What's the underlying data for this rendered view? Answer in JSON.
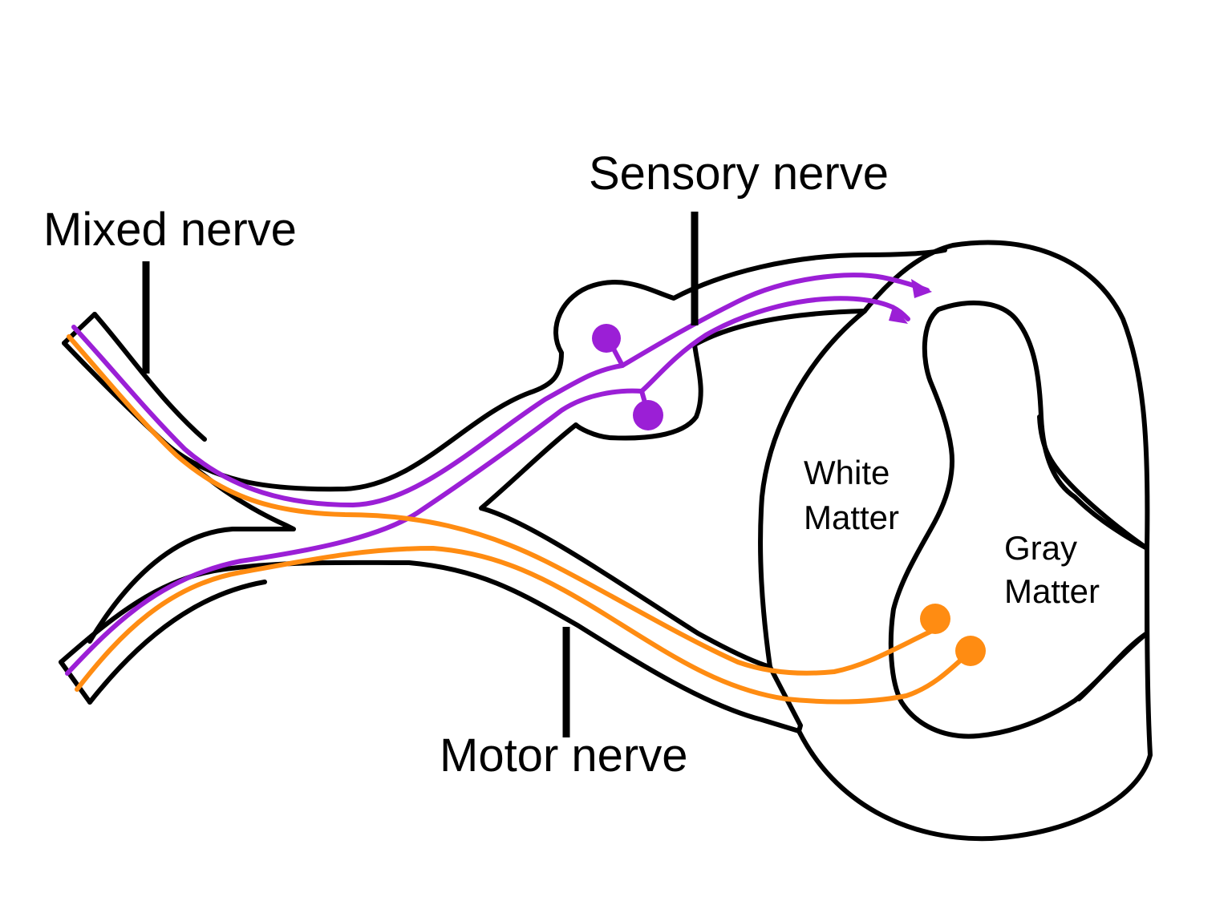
{
  "labels": {
    "mixed_nerve": "Mixed nerve",
    "sensory_nerve": "Sensory nerve",
    "motor_nerve": "Motor nerve",
    "white_matter_line1": "White",
    "white_matter_line2": "Matter",
    "gray_matter_line1": "Gray",
    "gray_matter_line2": "Matter"
  },
  "colors": {
    "sensory_fiber": "#9b1fd6",
    "motor_fiber": "#ff8c12",
    "outline": "#000000",
    "background": "#ffffff"
  }
}
